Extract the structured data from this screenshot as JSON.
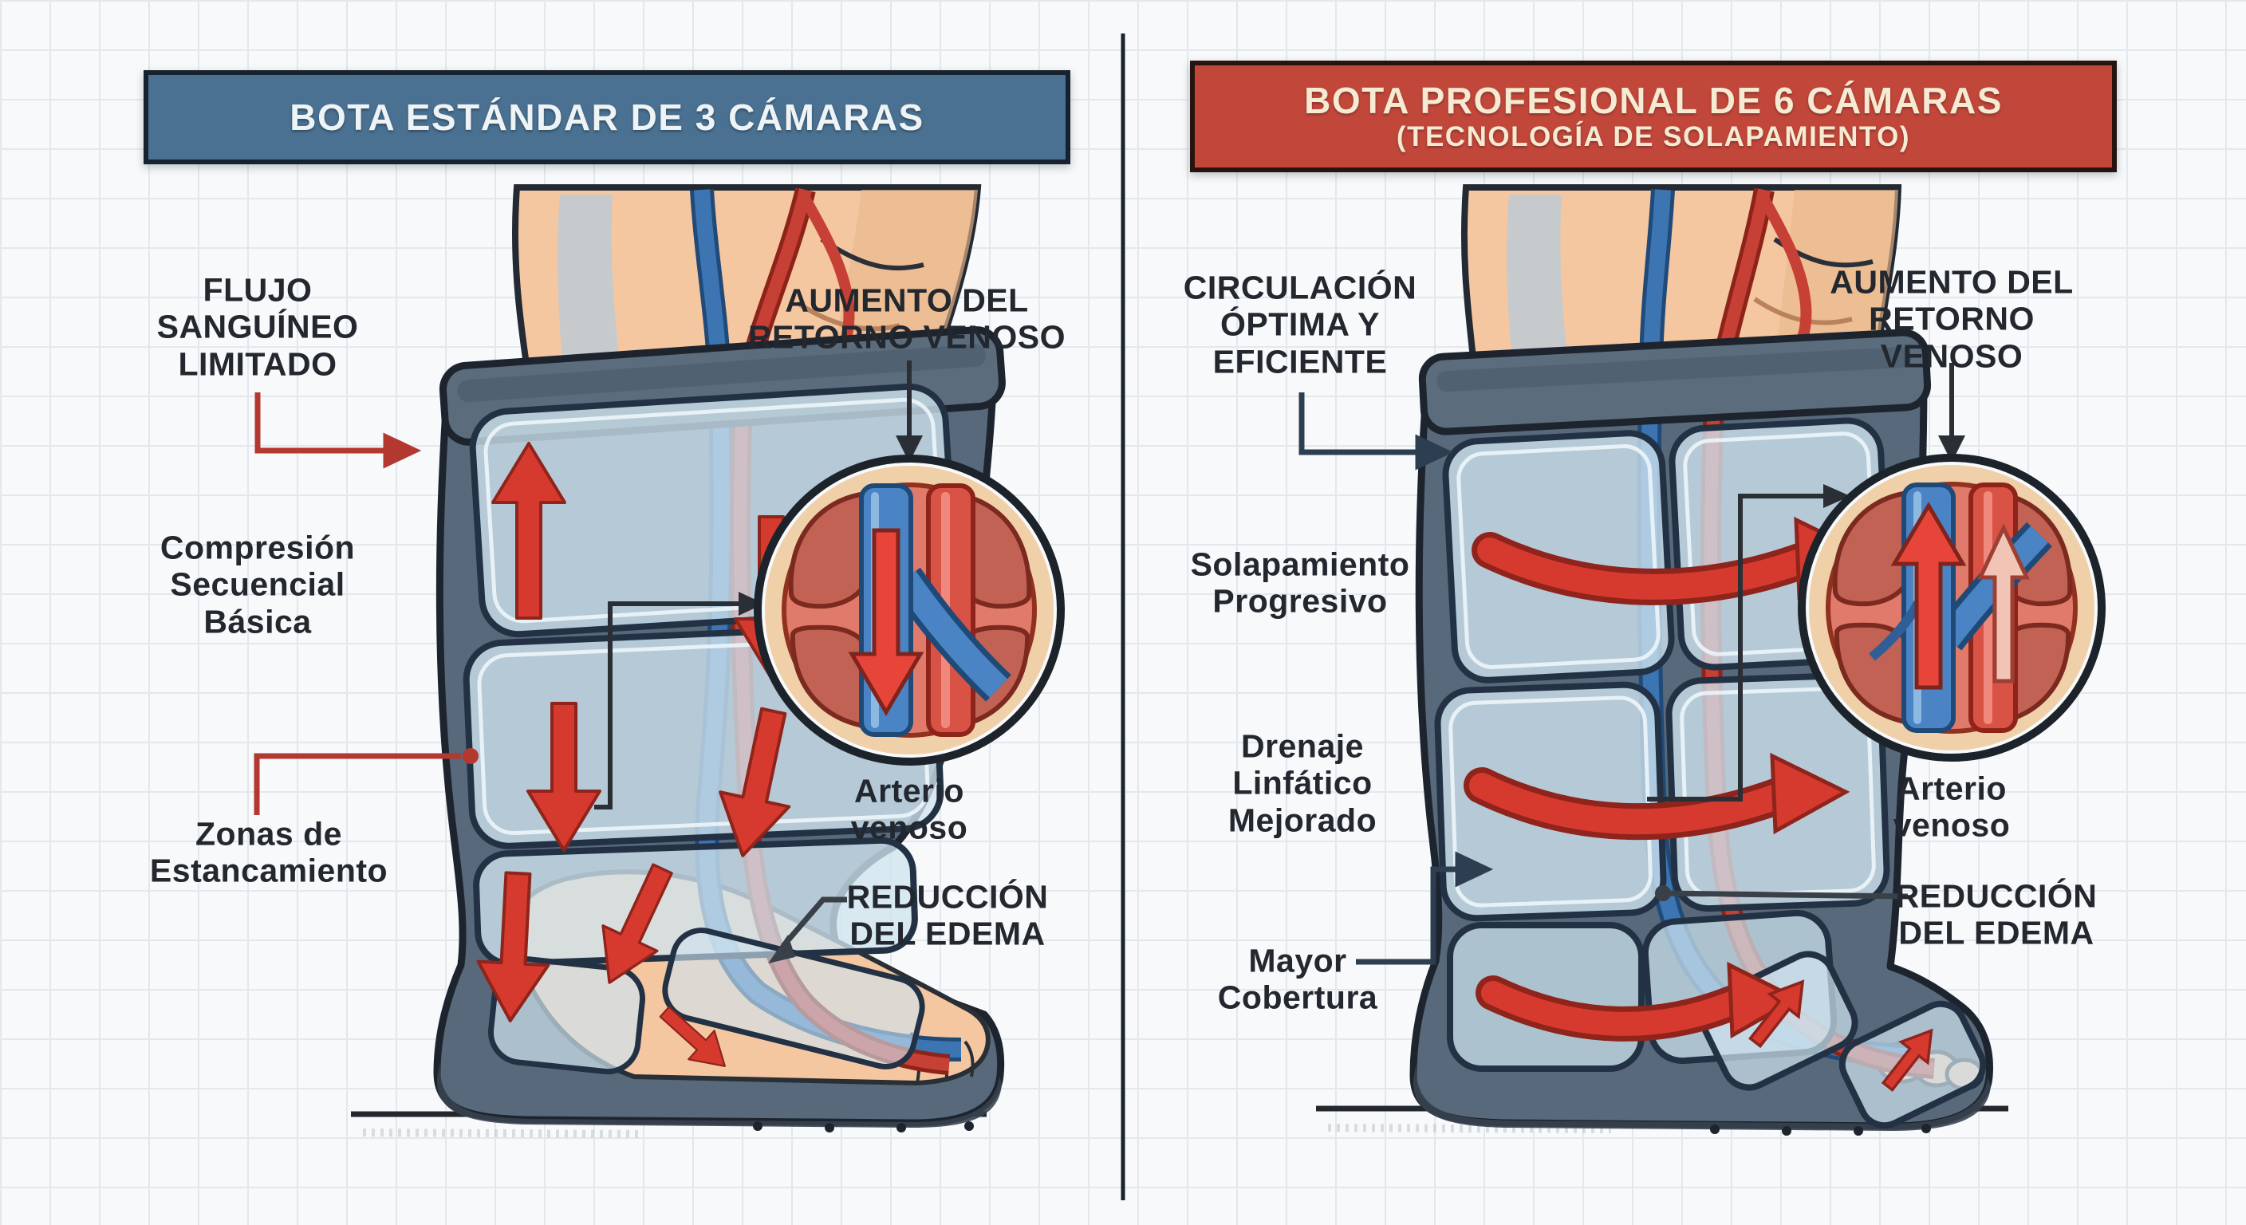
{
  "colors": {
    "background": "#f7f9fb",
    "grid_line": "#e2e8ee",
    "left_header_bg": "#4a7191",
    "right_header_bg": "#c2473b",
    "header_text": "#f2efe4",
    "label_text": "#23272e",
    "red_annotation": "#b23830",
    "dark_annotation": "#2d3e50",
    "boot_shell": "#57697a",
    "chamber_fill": "#cfe4f0",
    "skin": "#f4c7a1",
    "vein_blue": "#3d74b2",
    "artery_red": "#c64035",
    "flow_arrow_red": "#d63a2f"
  },
  "left_panel": {
    "title": "BOTA ESTÁNDAR DE 3 CÁMARAS",
    "labels": {
      "flujo": "FLUJO\nSANGUÍNEO\nLIMITADO",
      "compresion": "Compresión\nSecuencial\nBásica",
      "zonas": "Zonas de\nEstancamiento",
      "aumento": "AUMENTO DEL\nRETORNO VENOSO",
      "arterio": "Arterio\nvenoso",
      "reduccion": "REDUCCIÓN\nDEL EDEMA"
    }
  },
  "right_panel": {
    "title": "BOTA PROFESIONAL DE 6 CÁMARAS",
    "subtitle": "(TECNOLOGÍA DE SOLAPAMIENTO)",
    "labels": {
      "circulacion": "CIRCULACIÓN\nÓPTIMA Y\nEFICIENTE",
      "solapamiento": "Solapamiento\nProgresivo",
      "drenaje": "Drenaje\nLinfático\nMejorado",
      "mayor": "Mayor\nCobertura",
      "aumento": "AUMENTO DEL\nRETORNO VENOSO",
      "arterio": "Arterio\nvenoso",
      "reduccion": "REDUCCIÓN\nDEL EDEMA"
    }
  }
}
